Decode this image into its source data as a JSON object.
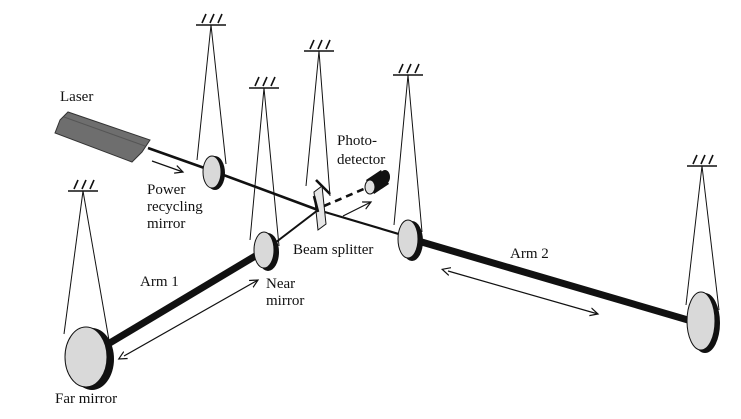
{
  "labels": {
    "laser": "Laser",
    "photo_line1": "Photo-",
    "photo_line2": "detector",
    "power_line1": "Power",
    "power_line2": "recycling",
    "power_line3": "mirror",
    "beam_splitter": "Beam splitter",
    "near_line1": "Near",
    "near_line2": "mirror",
    "arm1": "Arm 1",
    "arm2": "Arm 2",
    "far_mirror": "Far mirror"
  },
  "colors": {
    "line": "#111111",
    "mirror_fill": "#d9d9d9",
    "laser_fill": "#6e6e6e"
  }
}
